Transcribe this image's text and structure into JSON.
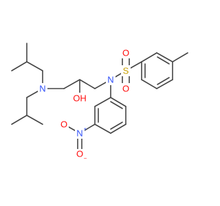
{
  "molecule": {
    "atoms": {
      "n_amine": "N",
      "o_hydroxyl": "OH",
      "n_sulfonamide": "N",
      "s_sulfonyl": "S",
      "o_sulfonyl_top": "O",
      "o_sulfonyl_bottom": "O",
      "n_nitro": "N",
      "n_nitro_charge": "+",
      "o_nitro_top": "O",
      "o_nitro_bottom": "O",
      "o_nitro_charge": "−"
    },
    "colors": {
      "bond": "#444444",
      "nitrogen": "#3050f8",
      "oxygen": "#ff0d0d",
      "sulfur": "#c8a000"
    }
  }
}
